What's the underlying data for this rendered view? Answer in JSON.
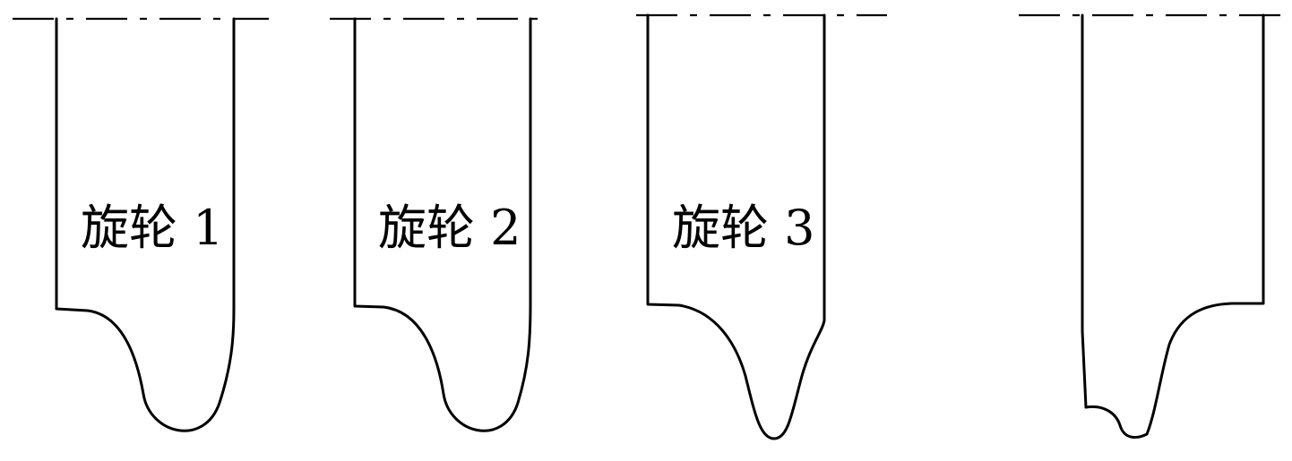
{
  "labels": {
    "wheel_1": "旋轮 1",
    "wheel_2": "旋轮 2",
    "wheel_3": "旋轮 3"
  },
  "colors": {
    "line": "#000000",
    "background": "#ffffff"
  }
}
